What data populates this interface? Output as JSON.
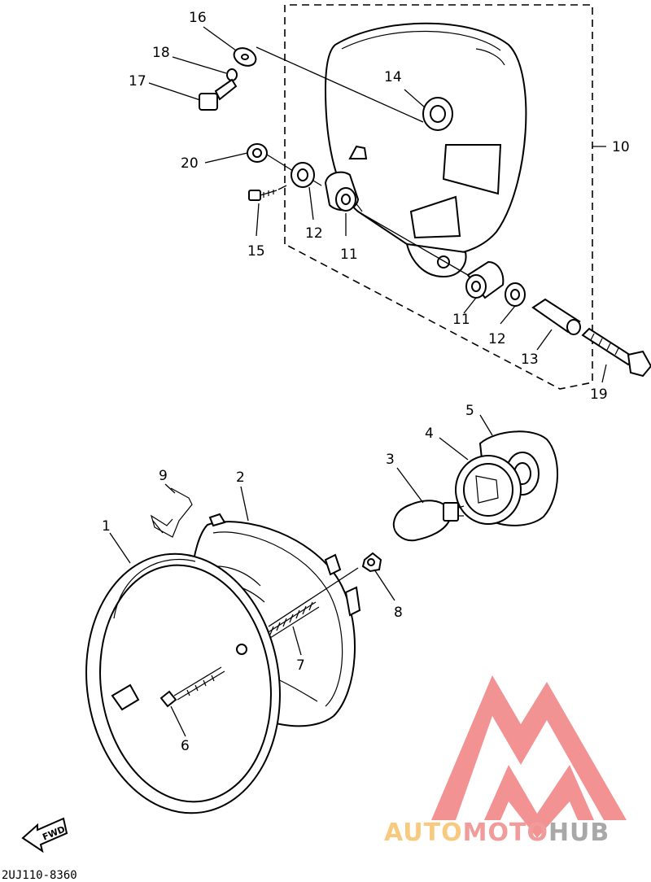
{
  "diagram": {
    "callouts": [
      {
        "id": "16",
        "label": "16"
      },
      {
        "id": "18",
        "label": "18"
      },
      {
        "id": "17",
        "label": "17"
      },
      {
        "id": "14",
        "label": "14"
      },
      {
        "id": "10",
        "label": "10"
      },
      {
        "id": "20",
        "label": "20"
      },
      {
        "id": "12a",
        "label": "12"
      },
      {
        "id": "11a",
        "label": "11"
      },
      {
        "id": "15",
        "label": "15"
      },
      {
        "id": "11b",
        "label": "11"
      },
      {
        "id": "12b",
        "label": "12"
      },
      {
        "id": "13",
        "label": "13"
      },
      {
        "id": "19",
        "label": "19"
      },
      {
        "id": "5",
        "label": "5"
      },
      {
        "id": "4",
        "label": "4"
      },
      {
        "id": "3",
        "label": "3"
      },
      {
        "id": "9",
        "label": "9"
      },
      {
        "id": "2",
        "label": "2"
      },
      {
        "id": "1",
        "label": "1"
      },
      {
        "id": "8",
        "label": "8"
      },
      {
        "id": "7",
        "label": "7"
      },
      {
        "id": "6",
        "label": "6"
      }
    ],
    "fwd_label": "FWD",
    "diagram_code": "2UJ110-8360"
  },
  "watermark": {
    "word_part1": "AUTO",
    "word_part2": "MOTO",
    "word_part3": "HUB",
    "color_part1": "#f6c16a",
    "color_part2": "#f08a8a",
    "color_part3": "#9a9a9a",
    "logo_color": "#f08080"
  }
}
